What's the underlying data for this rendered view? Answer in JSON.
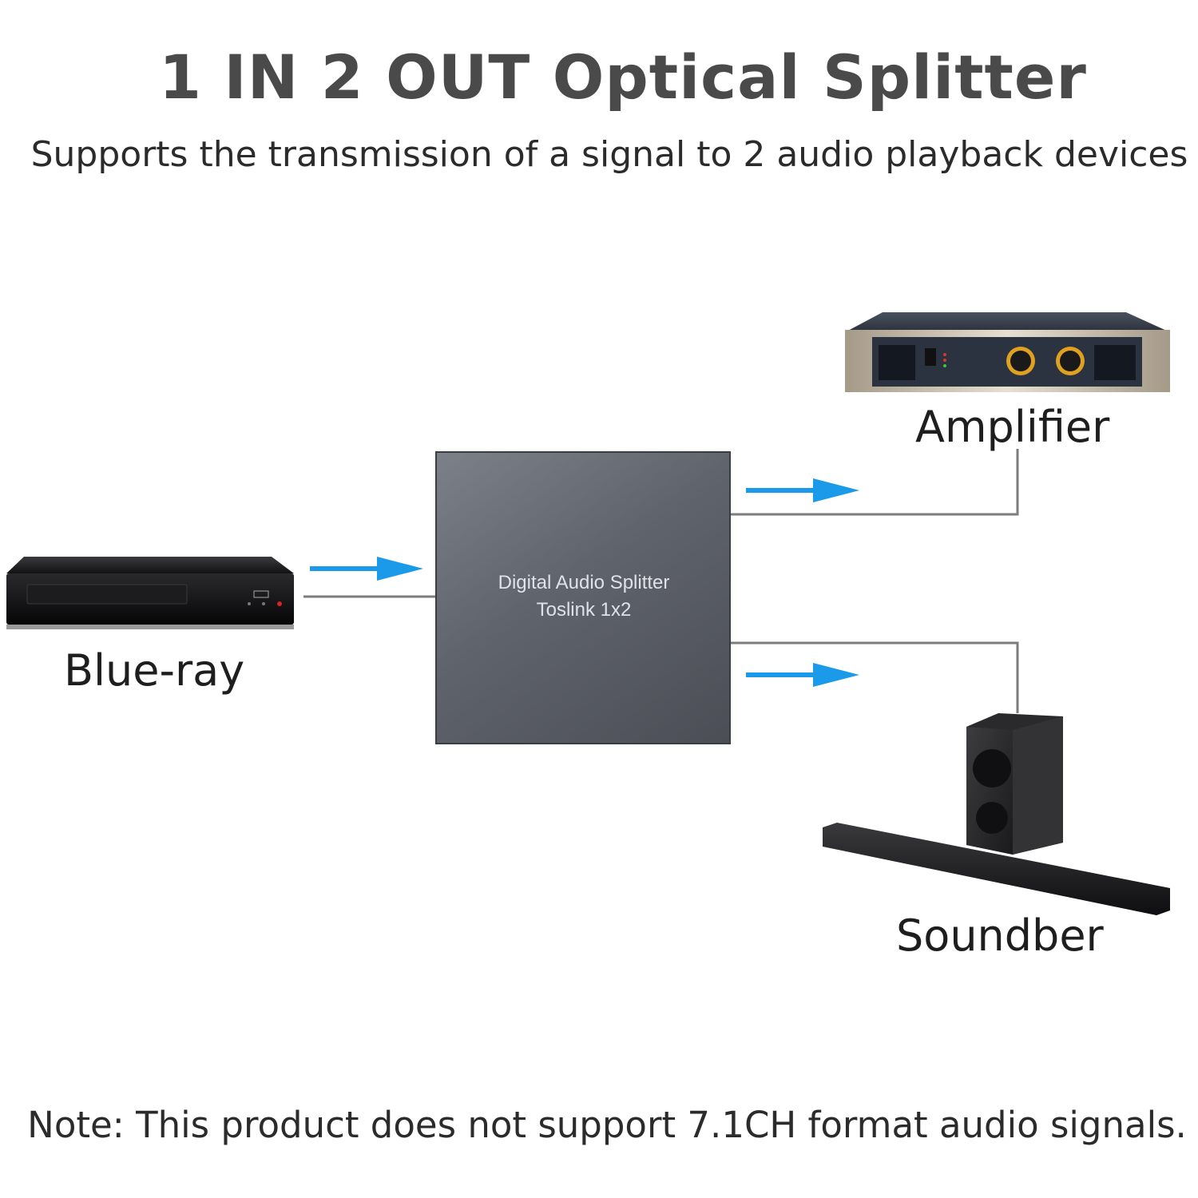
{
  "header": {
    "title": "1 IN 2 OUT Optical Splitter",
    "subtitle": "Supports the transmission of a signal to 2 audio playback devices"
  },
  "splitter": {
    "line1": "Digital Audio Splitter",
    "line2": "Toslink 1x2"
  },
  "devices": {
    "input": {
      "label": "Blue-ray"
    },
    "output_top": {
      "label": "Amplifier"
    },
    "output_bottom": {
      "label": "Soundber"
    }
  },
  "footer": {
    "note": "Note: This product does not support 7.1CH format audio signals."
  },
  "colors": {
    "arrow": "#1a9ae8",
    "cable": "#7d7d7d",
    "title": "#4a4a4a"
  }
}
